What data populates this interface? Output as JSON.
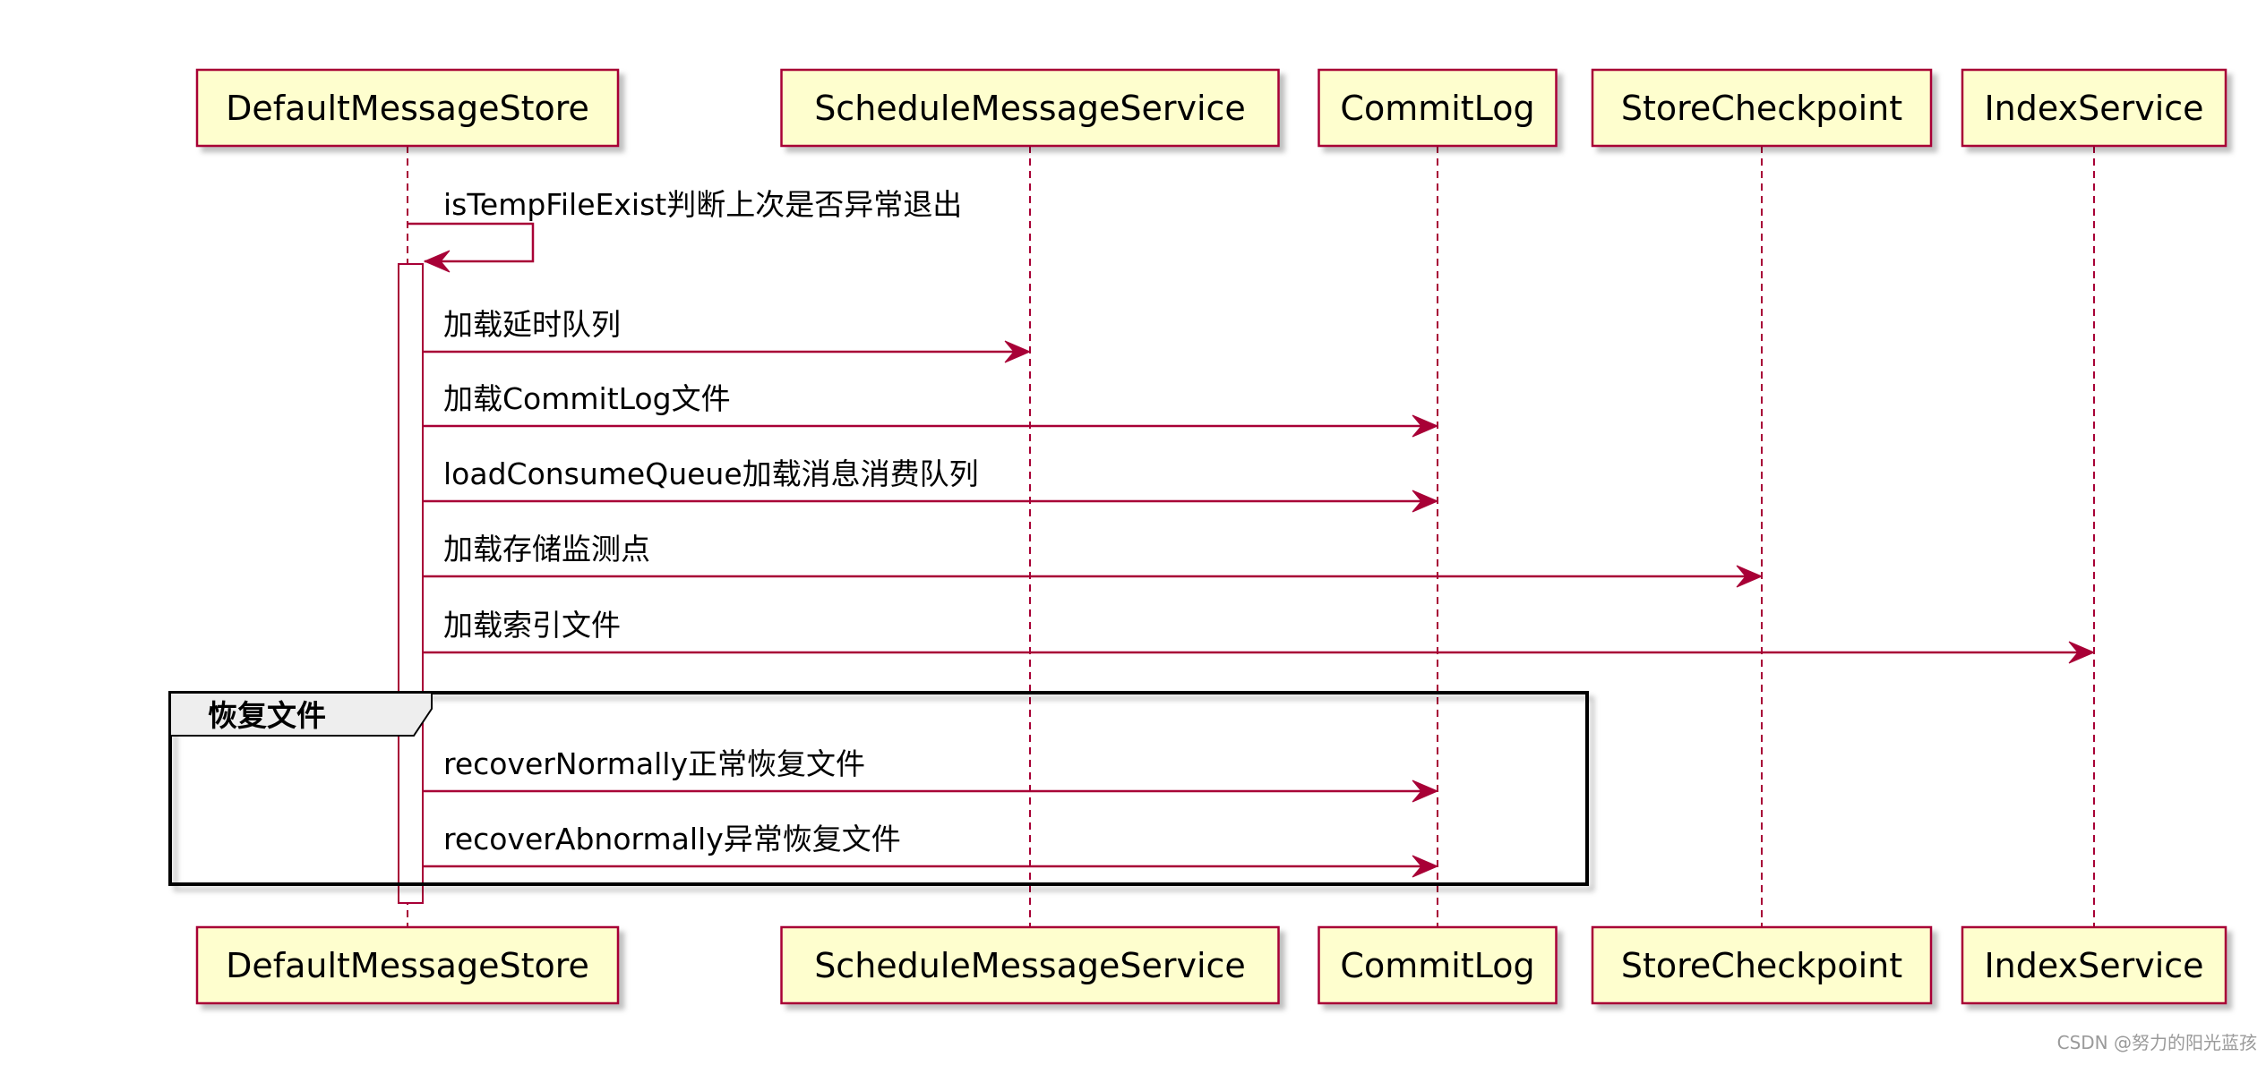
{
  "participants": [
    {
      "id": "dms",
      "label": "DefaultMessageStore"
    },
    {
      "id": "sms",
      "label": "ScheduleMessageService"
    },
    {
      "id": "cl",
      "label": "CommitLog"
    },
    {
      "id": "sc",
      "label": "StoreCheckpoint"
    },
    {
      "id": "is",
      "label": "IndexService"
    }
  ],
  "messages": [
    {
      "from": "dms",
      "to": "dms",
      "label": "isTempFileExist判断上次是否异常退出"
    },
    {
      "from": "dms",
      "to": "sms",
      "label": "加载延时队列"
    },
    {
      "from": "dms",
      "to": "cl",
      "label": "加载CommitLog文件"
    },
    {
      "from": "dms",
      "to": "cl",
      "label": "loadConsumeQueue加载消息消费队列"
    },
    {
      "from": "dms",
      "to": "sc",
      "label": "加载存储监测点"
    },
    {
      "from": "dms",
      "to": "is",
      "label": "加载索引文件"
    },
    {
      "from": "dms",
      "to": "cl",
      "label": "recoverNormally正常恢复文件"
    },
    {
      "from": "dms",
      "to": "cl",
      "label": "recoverAbnormally异常恢复文件"
    }
  ],
  "group": {
    "label": "恢复文件"
  },
  "watermark": "CSDN @努力的阳光蓝孩",
  "colors": {
    "participant_fill": "#FEFECE",
    "participant_border": "#A80036",
    "line": "#A80036",
    "group_border": "#000000",
    "group_label_fill": "#EEEEEE"
  }
}
